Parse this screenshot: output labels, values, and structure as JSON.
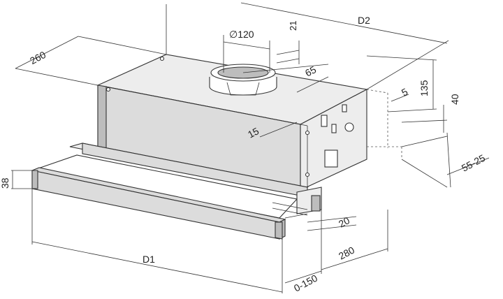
{
  "dimensions": {
    "d2": "D2",
    "d1": "D1",
    "depth_260": "260",
    "duct_diameter": "∅120",
    "collar_21": "21",
    "offset_65": "65",
    "height_135": "135",
    "gap_5": "5",
    "height_40": "40",
    "range_55_25": "55-25",
    "side_15": "15",
    "front_38": "38",
    "rail_20": "20",
    "depth_280": "280",
    "extension_0_150": "0-150"
  }
}
